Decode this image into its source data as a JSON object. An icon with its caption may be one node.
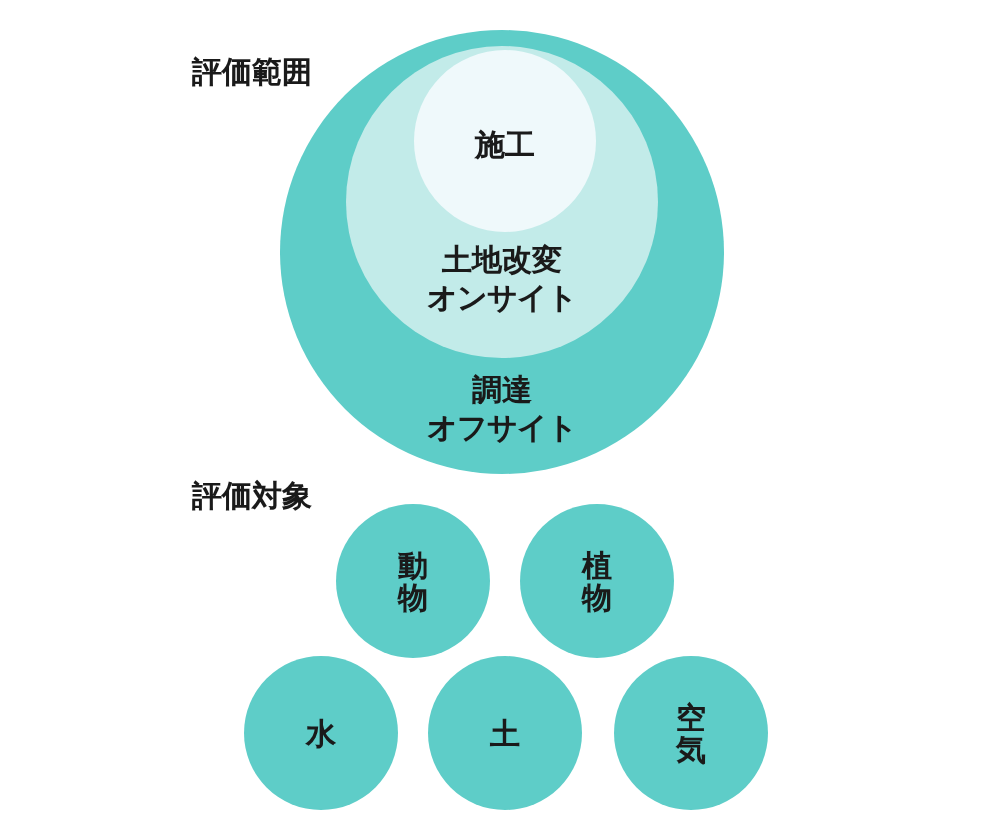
{
  "diagram": {
    "nodes": [
      {
        "text": [
          "調達オフサイト"
        ]
      },
      {
        "text": [
          "土地改変オンサイト"
        ],
        "in": 0
      },
      {
        "text": [
          "施工"
        ],
        "in": 1
      },
      {
        "text": [
          "動物"
        ]
      },
      {
        "text": [
          "植物"
        ]
      },
      {
        "text": [
          "水"
        ]
      },
      {
        "text": [
          "土"
        ]
      },
      {
        "text": [
          "空気"
        ]
      }
    ],
    "labels": [
      "評価範囲",
      "評価対象"
    ]
  }
}
